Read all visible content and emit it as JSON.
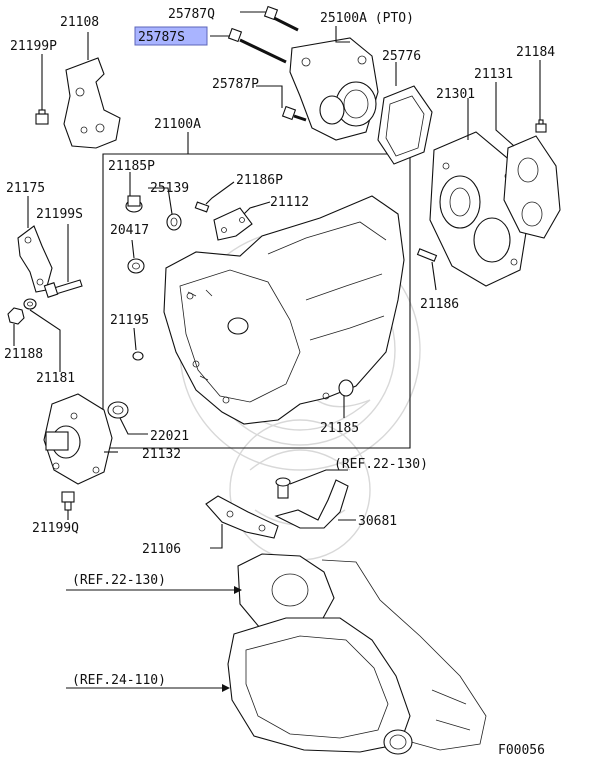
{
  "diagram": {
    "figure_code": "F00056",
    "highlight_color": "#a9b4ff",
    "highlighted_part": "25787S",
    "labels": {
      "p21108": "21108",
      "p21199P": "21199P",
      "p25787Q": "25787Q",
      "p25787S": "25787S",
      "p25100A": "25100A (PTO)",
      "p25776": "25776",
      "p21184": "21184",
      "p21131": "21131",
      "p25787P": "25787P",
      "p21301": "21301",
      "p21100A": "21100A",
      "p21185P": "21185P",
      "p25139": "25139",
      "p21186P": "21186P",
      "p21175": "21175",
      "p21199S": "21199S",
      "p21112": "21112",
      "p20417": "20417",
      "p21195": "21195",
      "p21186": "21186",
      "p21188": "21188",
      "p21181": "21181",
      "p21185": "21185",
      "p22021": "22021",
      "p21132": "21132",
      "ref22_130_a": "(REF.22-130)",
      "p30681": "30681",
      "p21199Q": "21199Q",
      "p21106": "21106",
      "ref22_130_b": "(REF.22-130)",
      "ref24_110": "(REF.24-110)"
    }
  }
}
